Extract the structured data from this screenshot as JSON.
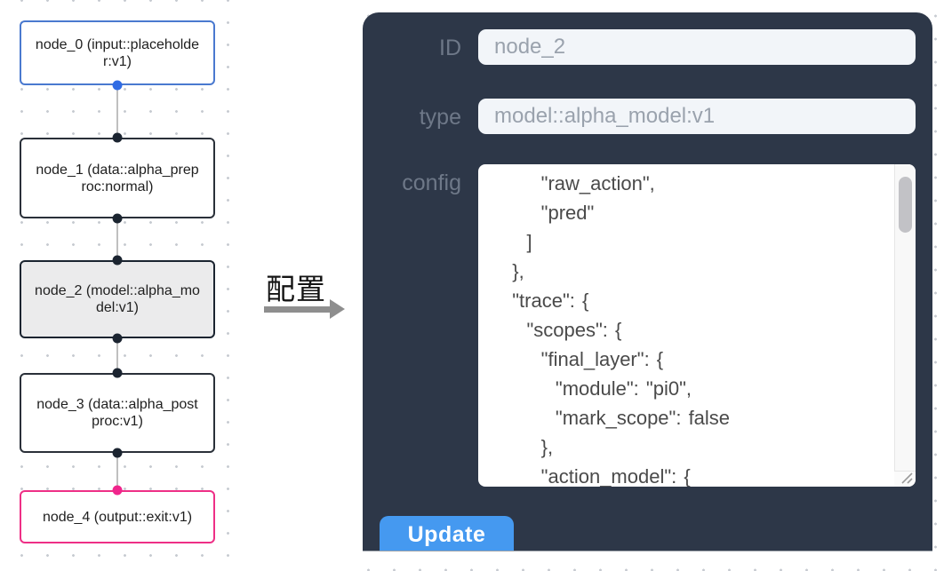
{
  "flow": {
    "nodes": [
      {
        "id": "node_0",
        "type": "(input::placeholder:v1)",
        "variant": "input",
        "port_top": null,
        "port_bottom": "blue"
      },
      {
        "id": "node_1",
        "type": "(data::alpha_preproc:normal)",
        "variant": "default",
        "port_top": "dark",
        "port_bottom": "dark"
      },
      {
        "id": "node_2",
        "type": "(model::alpha_model:v1)",
        "variant": "selected",
        "port_top": "dark",
        "port_bottom": "dark"
      },
      {
        "id": "node_3",
        "type": "(data::alpha_postproc:v1)",
        "variant": "default",
        "port_top": "dark",
        "port_bottom": "dark"
      },
      {
        "id": "node_4",
        "type": "(output::exit:v1)",
        "variant": "output",
        "port_top": "pink",
        "port_bottom": null
      }
    ]
  },
  "annotation": {
    "label": "配置"
  },
  "panel": {
    "id_label": "ID",
    "id_value": "node_2",
    "type_label": "type",
    "type_value": "model::alpha_model:v1",
    "config_label": "config",
    "config_value": "      \"raw_action\",\n      \"pred\"\n    ]\n  },\n  \"trace\": {\n    \"scopes\": {\n      \"final_layer\": {\n        \"module\": \"pi0\",\n        \"mark_scope\": false\n      },\n      \"action_model\": {",
    "update_label": "Update"
  },
  "colors": {
    "panel_bg": "#2d3748",
    "button_blue": "#4599f0",
    "input_node_blue": "#4a79cf",
    "output_node_pink": "#ee2f86",
    "selected_node_bg": "#ebebec",
    "port_blue": "#2f6be4",
    "port_dark": "#1b2430",
    "port_pink": "#f0258c",
    "field_bg": "#f2f5f9",
    "label_gray": "#6e7888"
  }
}
